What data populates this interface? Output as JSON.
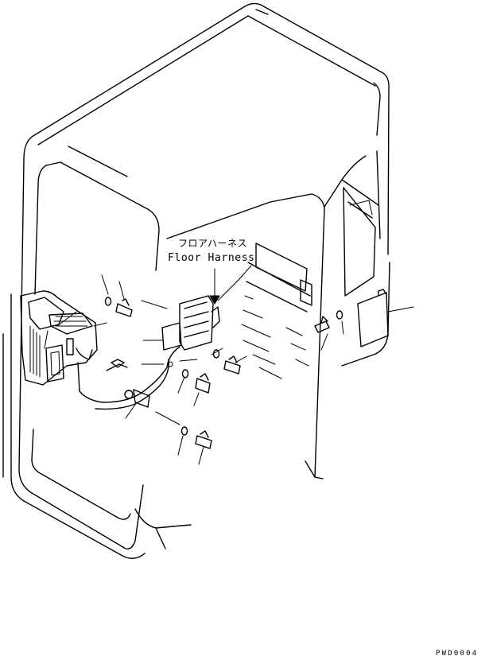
{
  "callout": {
    "name_jp": "フロアハーネス",
    "name_en": "Floor Harness"
  },
  "drawing_code": "PWD0004"
}
